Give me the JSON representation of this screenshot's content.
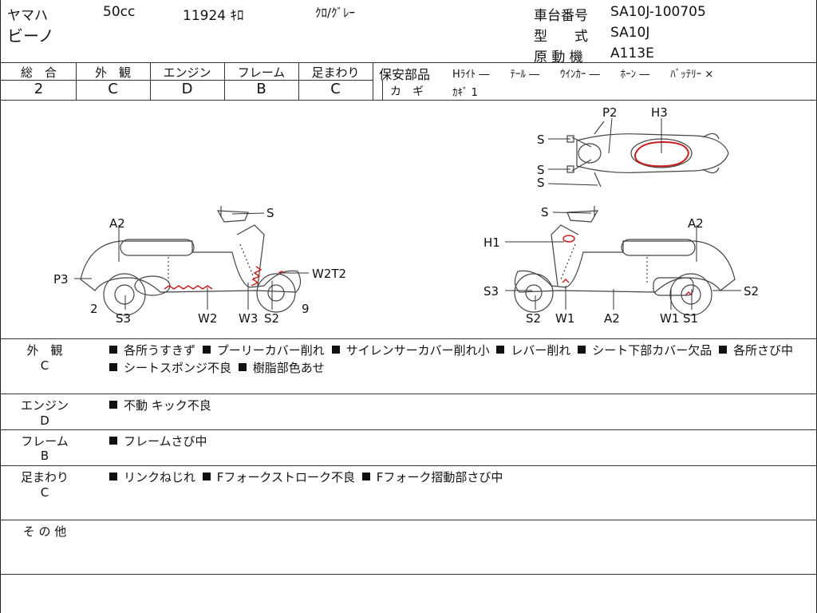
{
  "header": {
    "maker": "ヤマハ",
    "model": "ビーノ",
    "displacement": "50cc",
    "mileage": "11924 ｷﾛ",
    "color": "ｸﾛ/ｸﾞﾚｰ",
    "frame_no_label": "車台番号",
    "frame_no": "SA10J-100705",
    "type_label": "型　　式",
    "type": "SA10J",
    "engine_label": "原 動 機",
    "engine": "A113E"
  },
  "grades": [
    {
      "label": "総　合",
      "value": "2"
    },
    {
      "label": "外　観",
      "value": "C"
    },
    {
      "label": "エンジン",
      "value": "D"
    },
    {
      "label": "フレーム",
      "value": "B"
    },
    {
      "label": "足まわり",
      "value": "C"
    }
  ],
  "safety": {
    "title": "保安部品",
    "items": "Hﾗｲﾄ ―　　ﾃｰﾙ ―　　ｳｲﾝｶｰ ―　　ﾎｰﾝ ―　　ﾊﾞｯﾃﾘｰ ×",
    "key_label": "カ　ギ",
    "key_value": "ｶｷﾞ 1"
  },
  "diagram_labels": {
    "top_s1": "S",
    "top_s2": "S",
    "top_s3": "S",
    "top_p2": "P2",
    "top_h3": "H3",
    "l_a2": "A2",
    "l_s": "S",
    "l_p3": "P3",
    "l_w2t2": "W2T2",
    "l_2": "2",
    "l_9": "9",
    "l_s3": "S3",
    "l_w2": "W2",
    "l_w3": "W3",
    "l_s2": "S2",
    "r_s": "S",
    "r_a2": "A2",
    "r_h1": "H1",
    "r_s3": "S3",
    "r_s2b": "S2",
    "r_s2": "S2",
    "r_w1": "W1",
    "r_a2b": "A2",
    "r_w1b": "W1",
    "r_s1": "S1"
  },
  "sections": [
    {
      "label": "外　観",
      "grade": "C",
      "items": [
        "各所うすきず",
        "プーリーカバー削れ",
        "サイレンサーカバー削れ小",
        "レバー削れ",
        "シート下部カバー欠品",
        "各所さび中",
        "シートスポンジ不良",
        "樹脂部色あせ"
      ]
    },
    {
      "label": "エンジン",
      "grade": "D",
      "items": [
        "不動 キック不良"
      ]
    },
    {
      "label": "フレーム",
      "grade": "B",
      "items": [
        "フレームさび中"
      ]
    },
    {
      "label": "足まわり",
      "grade": "C",
      "items": [
        "リンクねじれ",
        "Fフォークストローク不良",
        "Fフォーク摺動部さび中"
      ]
    },
    {
      "label": "そ の 他",
      "grade": "",
      "items": []
    }
  ],
  "colors": {
    "damage_mark": "#c8201e",
    "line": "#333333"
  }
}
